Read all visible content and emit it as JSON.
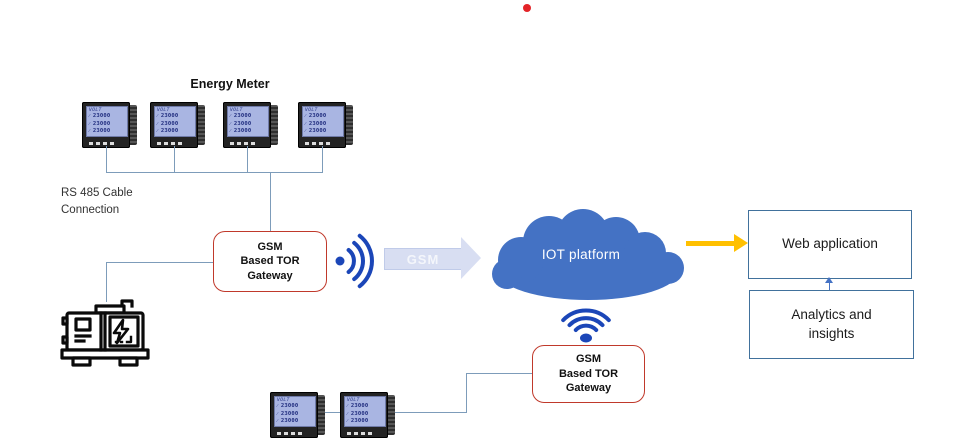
{
  "title": {
    "text": "Energy Meter"
  },
  "marker_dot": {
    "color": "#e32428"
  },
  "rs485_label": {
    "line1": "RS 485 Cable",
    "line2": "Connection"
  },
  "meter": {
    "display_title": "VOLT",
    "rows": [
      "23000",
      "23000",
      "23000"
    ]
  },
  "gateway": {
    "line1": "GSM",
    "line2": "Based TOR",
    "line3": "Gateway",
    "border_color": "#c0392b"
  },
  "gsm_arrow": {
    "label": "GSM",
    "fill": "#d8def2",
    "text_color": "#f4f6fb"
  },
  "cloud": {
    "label": "IOT platform",
    "fill": "#4472c4"
  },
  "web_app": {
    "label": "Web application",
    "border_color": "#41719c"
  },
  "analytics": {
    "line1": "Analytics and",
    "line2": "insights",
    "border_color": "#41719c"
  },
  "icons": {
    "generator": "generator-icon",
    "wifi_right": "wifi-signal-right-icon",
    "wifi_up": "wifi-signal-up-icon",
    "cloud": "cloud-shape",
    "gsm_block_arrow": "block-arrow-right",
    "yellow_arrow": "arrow-right",
    "up_arrow": "arrow-up"
  },
  "colors": {
    "connector_line": "#7d9cba",
    "wifi_blue": "#1b46b8",
    "yellow_arrow": "#ffc000",
    "up_arrow": "#4472c4"
  }
}
